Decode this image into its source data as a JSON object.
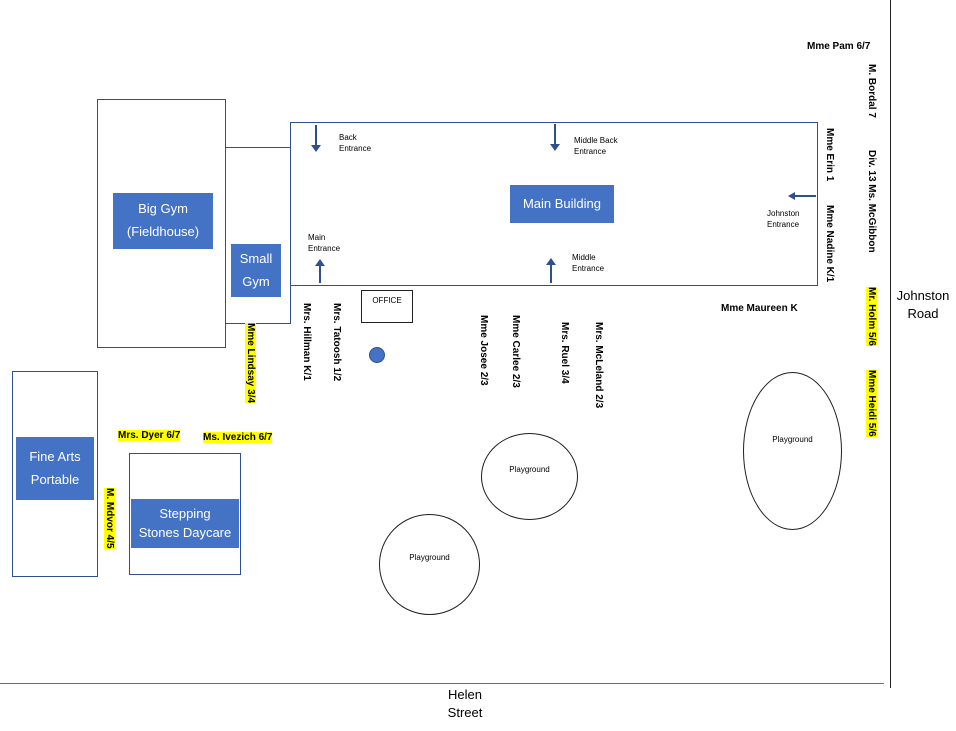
{
  "buildings": {
    "big_gym": {
      "line1": "Big Gym",
      "line2": "(Fieldhouse)"
    },
    "small_gym": {
      "line1": "Small",
      "line2": "Gym"
    },
    "main_building": "Main Building",
    "fine_arts": {
      "line1": "Fine Arts",
      "line2": "Portable"
    },
    "daycare": {
      "line1": "Stepping",
      "line2": "Stones Daycare"
    },
    "office": "OFFICE"
  },
  "entrances": {
    "back": {
      "line1": "Back",
      "line2": "Entrance"
    },
    "middle_back": {
      "line1": "Middle Back",
      "line2": "Entrance"
    },
    "johnston": {
      "line1": "Johnston",
      "line2": "Entrance"
    },
    "main": {
      "line1": "Main",
      "line2": "Entrance"
    },
    "middle": {
      "line1": "Middle",
      "line2": "Entrance"
    }
  },
  "playgrounds": [
    "Playground",
    "Playground",
    "Playground"
  ],
  "streets": {
    "bottom": {
      "line1": "Helen",
      "line2": "Street"
    },
    "right": {
      "line1": "Johnston",
      "line2": "Road"
    }
  },
  "teachers": {
    "pam": "Mme Pam 6/7",
    "bordal": "M. Bordal 7",
    "mcgibbon": "Div. 13 Ms. McGibbon",
    "erin": "Mme Erin 1",
    "nadine": "Mme Nadine K/1",
    "holm": "Mr. Holm 5/6",
    "heidi": "Mme Heidi  5/6",
    "maureen": "Mme  Maureen K",
    "hillman": "Mrs. Hillman  K/1",
    "tatoosh": "Mrs. Tatoosh 1/2",
    "josee": "Mme Josee  2/3",
    "carlee": "Mme  Carlee 2/3",
    "ruel": "Mrs. Ruel 3/4",
    "mcleland": "Mrs. McLeland 2/3",
    "lindsay": "Mme Lindsay 3/4",
    "dyer": "Mrs. Dyer 6/7",
    "ivezich": "Ms. Ivezich  6/7",
    "mdvor": "M.  Mdvor 4/5"
  },
  "colors": {
    "building_fill": "#4472c4",
    "outline": "#2f4f8f",
    "highlight": "#ffff00",
    "street_line": "#4472c4"
  }
}
